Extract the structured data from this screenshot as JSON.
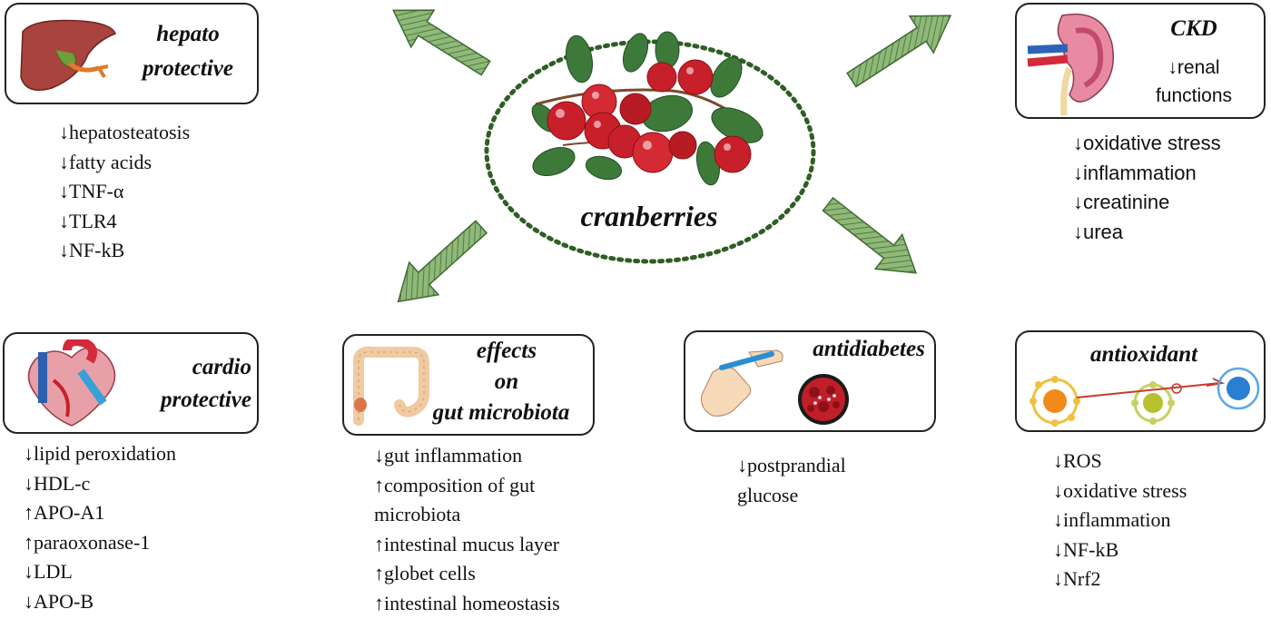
{
  "center": {
    "label": "cranberries"
  },
  "boxes": {
    "hepato": {
      "title_line1": "hepato",
      "title_line2": "protective"
    },
    "ckd": {
      "title": "CKD",
      "text_line1": "↓renal",
      "text_line2": "functions"
    },
    "cardio": {
      "title_line1": "cardio",
      "title_line2": "protective"
    },
    "gut": {
      "title_line1": "effects",
      "title_line2": "on",
      "title_line3": "gut microbiota"
    },
    "antidiabetes": {
      "title": "antidiabetes"
    },
    "antioxidant": {
      "title": "antioxidant"
    }
  },
  "effects": {
    "hepato": [
      "↓hepatosteatosis",
      "↓fatty acids",
      "↓TNF-α",
      "↓TLR4",
      "↓NF-kB"
    ],
    "ckd": [
      "↓oxidative stress",
      "↓inflammation",
      "↓creatinine",
      "↓urea"
    ],
    "cardio": [
      "↓lipid peroxidation",
      "↓HDL-c",
      "↑APO-A1",
      "↑paraoxonase-1",
      "↓LDL",
      "↓APO-B"
    ],
    "gut": [
      "↓gut inflammation",
      "↑composition of gut",
      "microbiota",
      "↑intestinal mucus layer",
      "↑globet cells",
      "↑intestinal homeostasis"
    ],
    "antidiabetes": [
      "↓postprandial",
      "glucose"
    ],
    "antioxidant": [
      "↓ROS",
      "↓oxidative stress",
      "↓inflammation",
      "↓NF-kB",
      "↓Nrf2"
    ]
  },
  "colors": {
    "arrow_fill": "#7fa86a",
    "arrow_stroke": "#3f6b33",
    "dotted_circle": "#2e5e24",
    "berry": "#c8202a",
    "leaf": "#3d7a3a",
    "box_border": "#222222"
  },
  "icons": {
    "hepato": "liver-icon",
    "ckd": "kidney-icon",
    "cardio": "heart-icon",
    "gut": "intestine-icon",
    "antidiabetes": "glucose-test-icon",
    "antioxidant": "antioxidant-molecule-icon"
  }
}
